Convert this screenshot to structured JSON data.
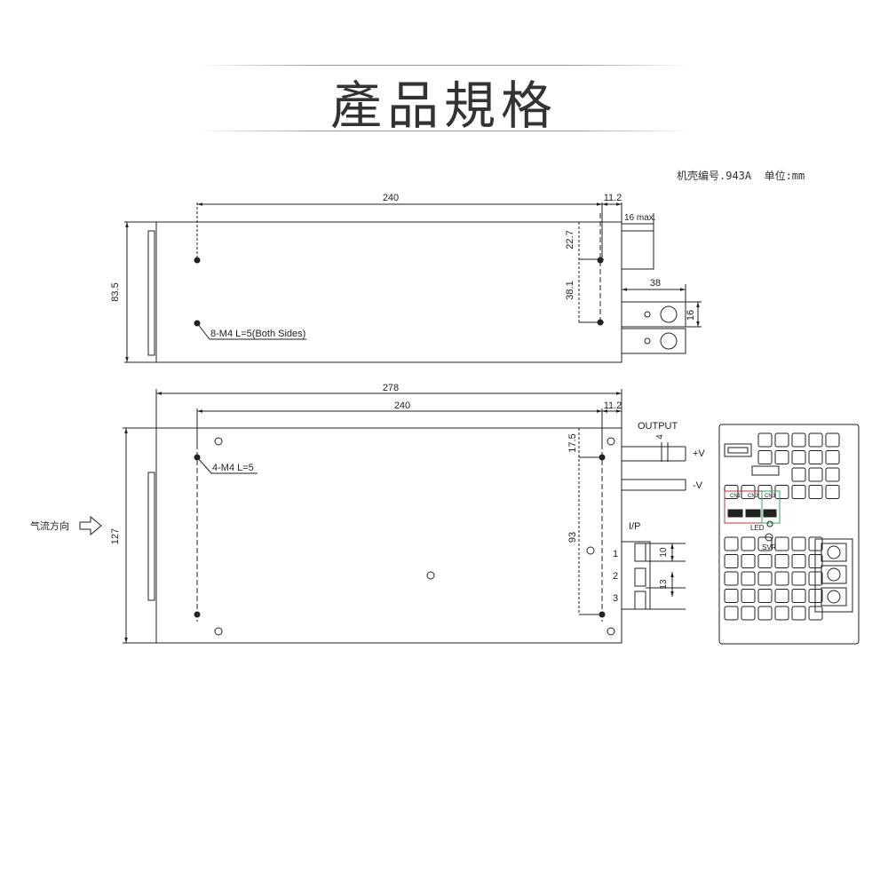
{
  "title": "產品規格",
  "case_info": "机壳编号.943A  单位:mm",
  "top_view": {
    "dim_240": "240",
    "dim_11_2": "11.2",
    "dim_16max": "16 max.",
    "dim_83_5": "83.5",
    "dim_22_7": "22.7",
    "dim_38_1": "38.1",
    "dim_38": "38",
    "dim_16": "16",
    "screw_note": "8-M4 L=5(Both Sides)"
  },
  "front_view": {
    "dim_278": "278",
    "dim_240": "240",
    "dim_11_2": "11.2",
    "dim_127": "127",
    "dim_17_5": "17.5",
    "dim_93": "93",
    "dim_4": "4",
    "dim_10": "10",
    "dim_13": "13",
    "screw_note": "4-M4 L=5",
    "airflow_label": "气流方向",
    "output_label": "OUTPUT",
    "vplus": "+V",
    "vminus": "-V",
    "ip_label": "I/P",
    "pin1": "1",
    "pin2": "2",
    "pin3": "3"
  },
  "end_view": {
    "cn1": "CN1",
    "cn2": "CN2",
    "cn3": "CN3",
    "led": "LED",
    "svr": "SVR"
  }
}
